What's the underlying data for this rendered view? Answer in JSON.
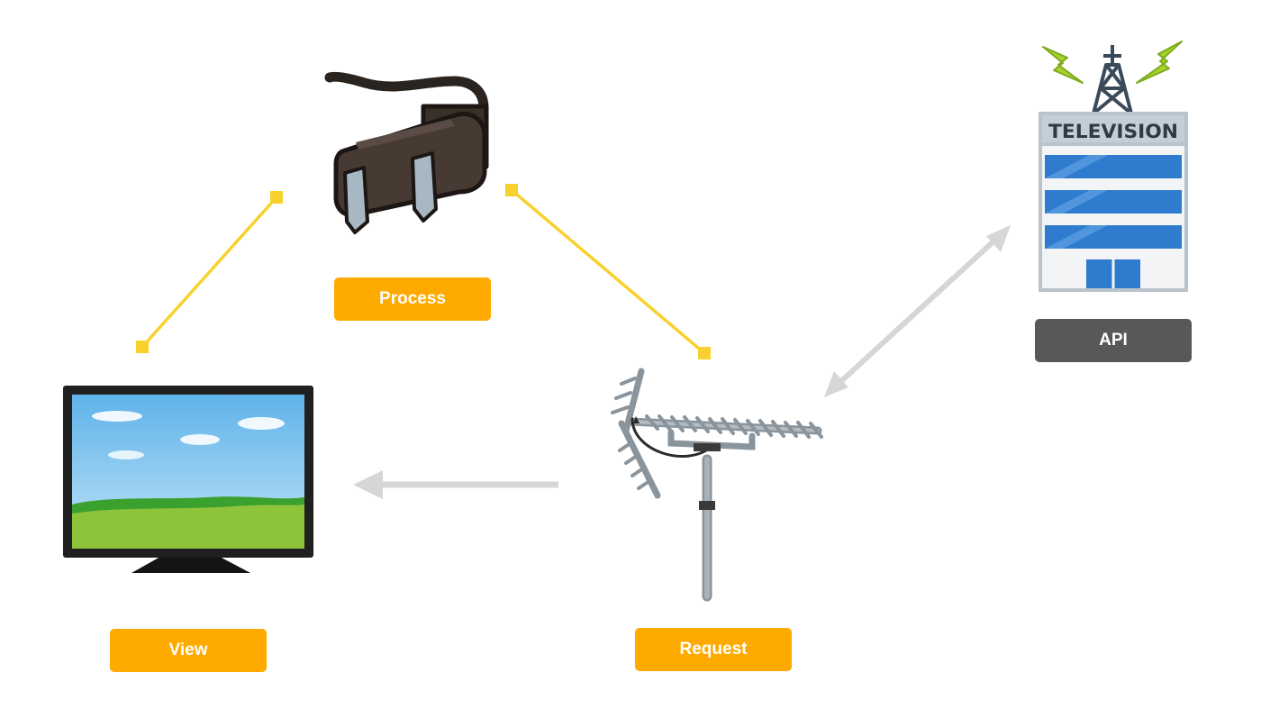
{
  "labels": {
    "process": "Process",
    "view": "View",
    "request": "Request",
    "api": "API"
  },
  "tv_station": {
    "sign_text": "TELEVISION"
  },
  "colors": {
    "label_orange": "#FFAA00",
    "label_gray": "#585858",
    "connector_yellow": "#F8D12E",
    "arrow_gray": "#D6D6D6",
    "building_blue": "#2F7CCF",
    "bolt_green": "#A6D42E"
  },
  "icons": {
    "process": "power-plug-icon",
    "view": "tv-monitor-icon",
    "request": "antenna-icon",
    "api": "tv-station-building-icon"
  }
}
